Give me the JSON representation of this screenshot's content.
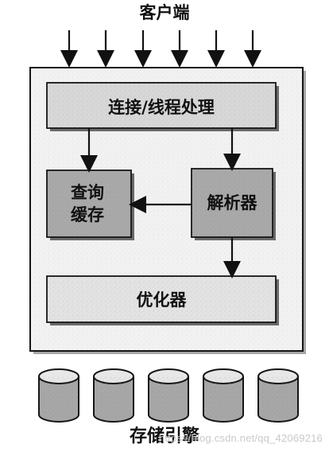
{
  "top_label": "客户端",
  "layers": {
    "connection": "连接/线程处理",
    "query_cache_line1": "查询",
    "query_cache_line2": "缓存",
    "parser": "解析器",
    "optimizer": "优化器"
  },
  "bottom_label": "存储引擎",
  "watermark": "https://blog.csdn.net/qq_42069216",
  "colors": {
    "outer_box": "#f2f2f2",
    "connection_fill": "#d8d8d8",
    "cache_fill": "#a9a9a9",
    "parser_fill": "#a9a9a9",
    "optimizer_fill": "#e3e3e3",
    "stroke": "#151515",
    "shadow": "#6a6a6a"
  }
}
